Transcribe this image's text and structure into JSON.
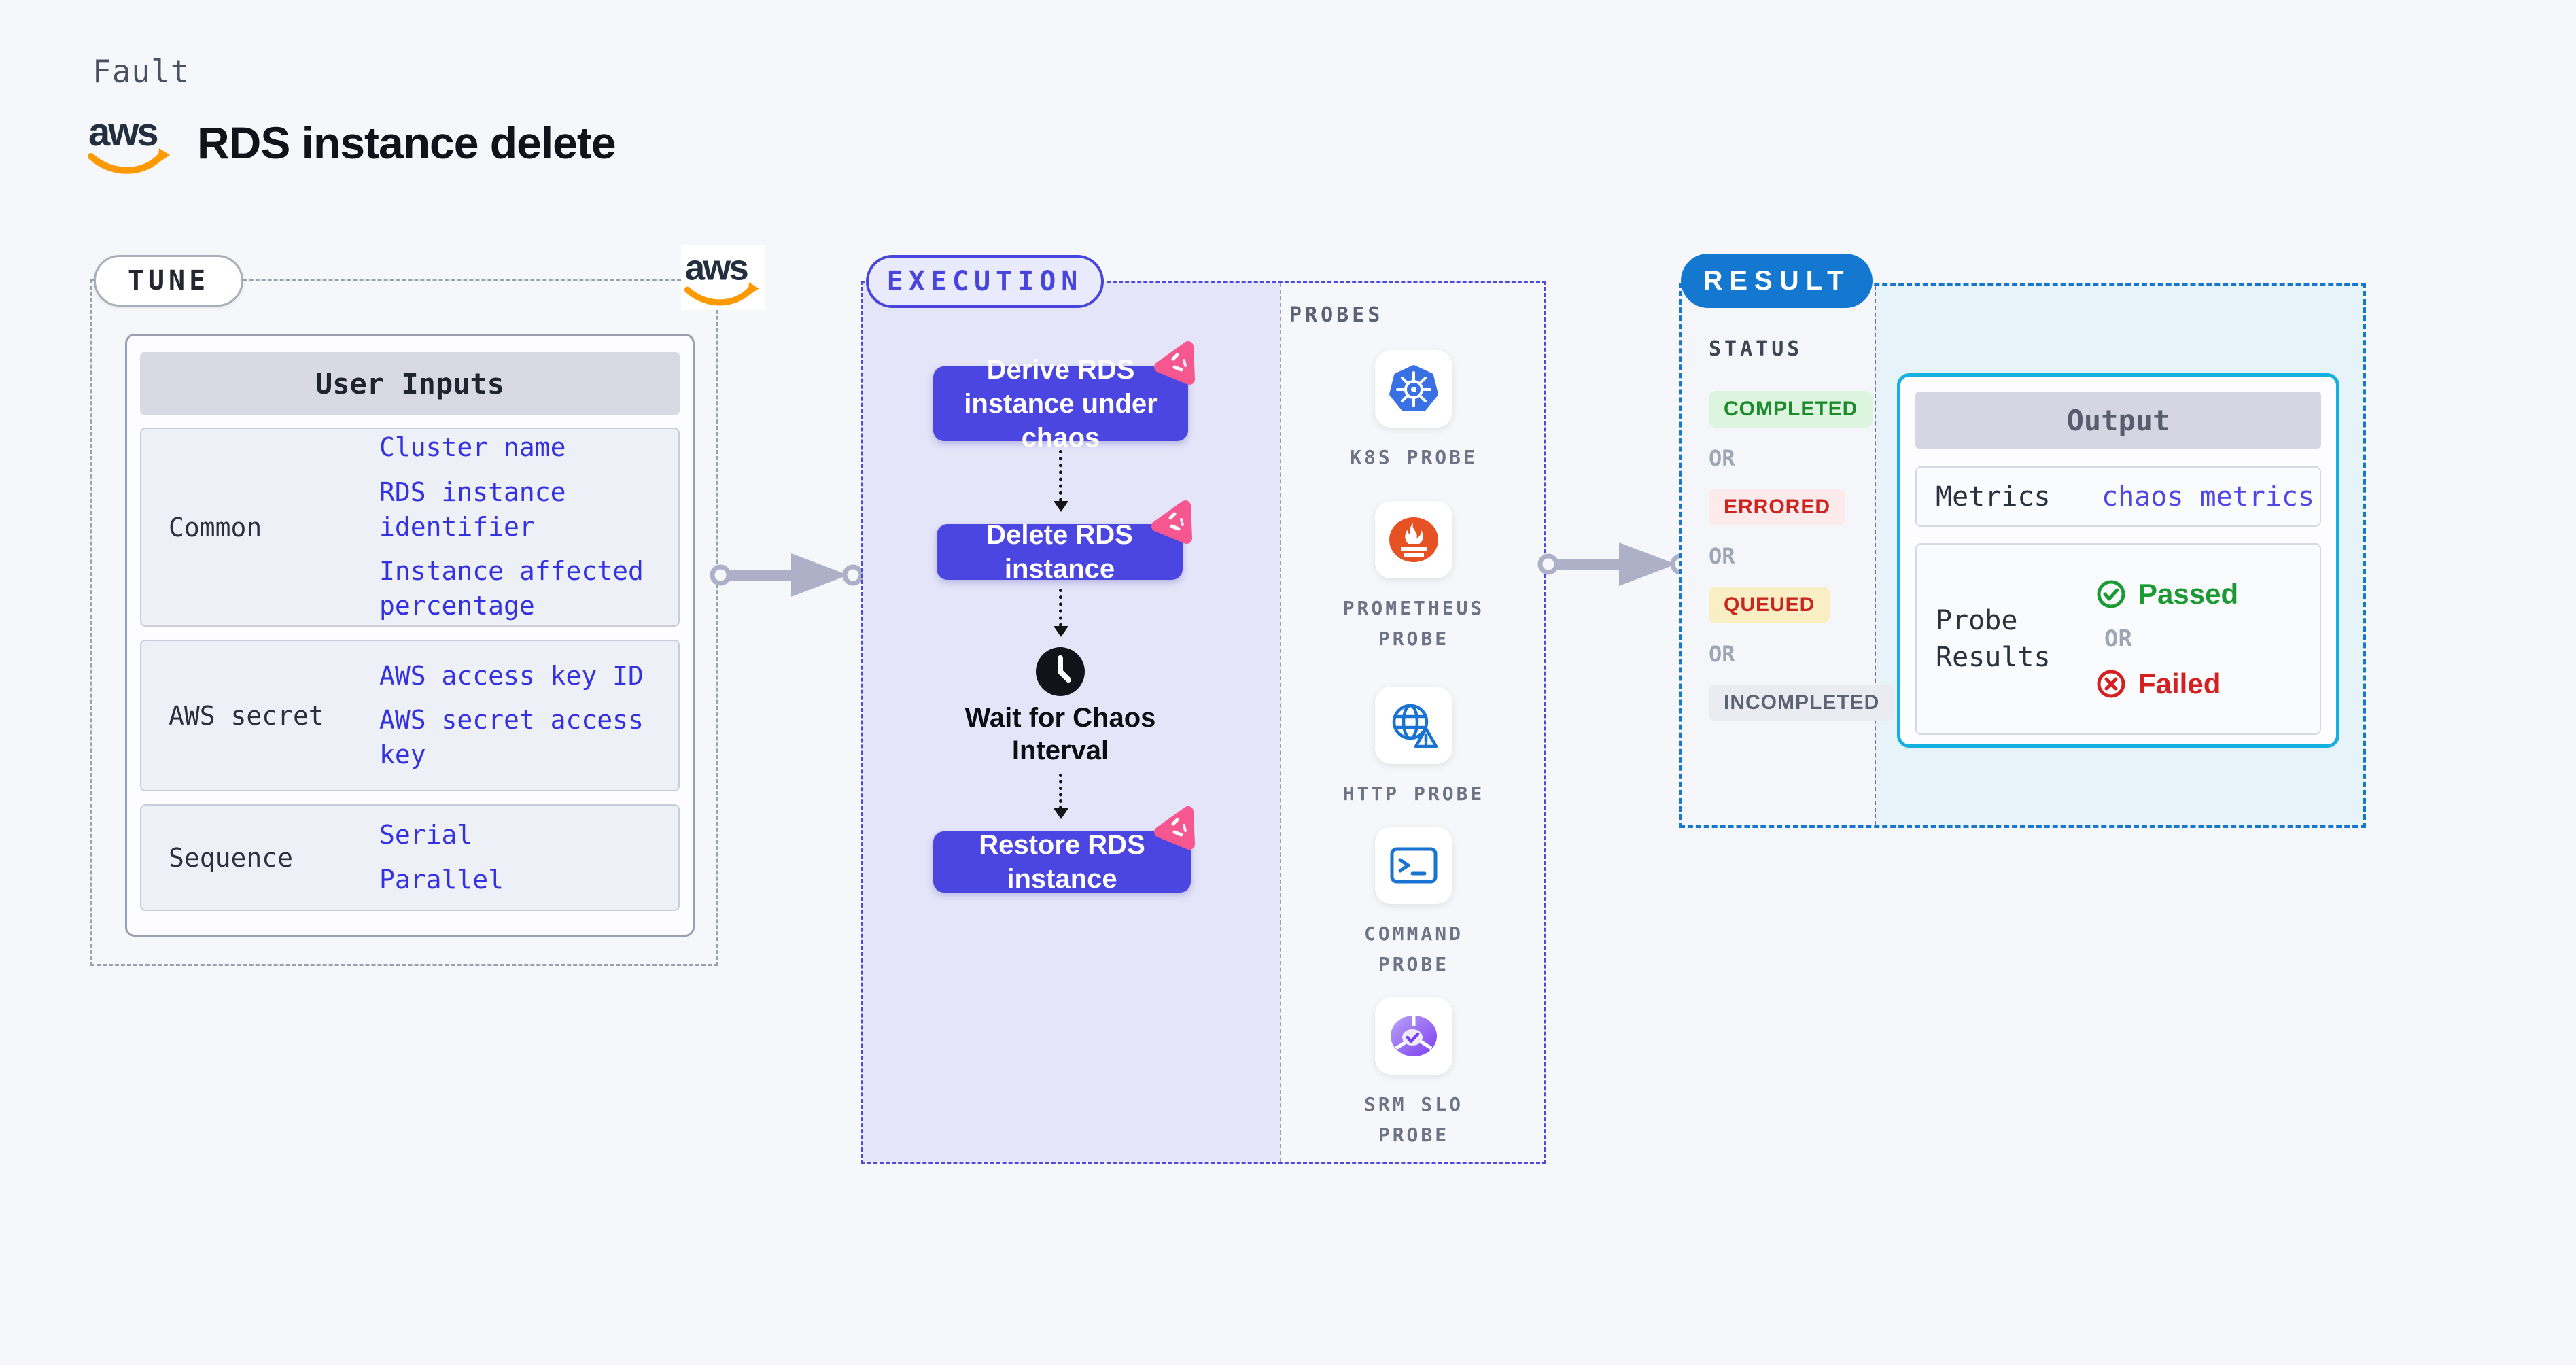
{
  "page": {
    "fault_label": "Fault",
    "title": "RDS instance delete"
  },
  "tune": {
    "badge": "TUNE",
    "table": {
      "header": "User Inputs",
      "rows": [
        {
          "label": "Common",
          "values": [
            "Cluster name",
            "RDS instance identifier",
            "Instance affected percentage"
          ]
        },
        {
          "label": "AWS secret",
          "values": [
            "AWS access key ID",
            "AWS secret access key"
          ]
        },
        {
          "label": "Sequence",
          "values": [
            "Serial",
            "Parallel"
          ]
        }
      ]
    }
  },
  "execution": {
    "badge": "EXECUTION",
    "steps": [
      {
        "label": "Derive RDS instance under chaos"
      },
      {
        "label": "Delete RDS instance"
      },
      {
        "label": "Restore RDS instance"
      }
    ],
    "wait_label": "Wait for Chaos Interval"
  },
  "probes": {
    "header": "PROBES",
    "items": [
      {
        "label": "K8S PROBE",
        "icon": "kubernetes-icon"
      },
      {
        "label": "PROMETHEUS PROBE",
        "icon": "prometheus-icon"
      },
      {
        "label": "HTTP PROBE",
        "icon": "http-globe-warning-icon"
      },
      {
        "label": "COMMAND PROBE",
        "icon": "terminal-icon"
      },
      {
        "label": "SRM SLO PROBE",
        "icon": "srm-slo-icon"
      }
    ]
  },
  "result": {
    "badge": "RESULT",
    "status": {
      "header": "STATUS",
      "or_label": "OR",
      "badges": [
        {
          "label": "COMPLETED",
          "fg": "#1b8b2c",
          "bg": "#ddf5de"
        },
        {
          "label": "ERRORED",
          "fg": "#cd2420",
          "bg": "#fdeaea"
        },
        {
          "label": "QUEUED",
          "fg": "#c8281e",
          "bg": "#faeec5"
        },
        {
          "label": "INCOMPLETED",
          "fg": "#5d6375",
          "bg": "#ebecf2"
        }
      ]
    },
    "output": {
      "header": "Output",
      "metrics_label": "Metrics",
      "metrics_link": "chaos metrics",
      "probe_results_label": "Probe Results",
      "passed_label": "Passed",
      "or_label": "OR",
      "failed_label": "Failed"
    }
  },
  "icons": {
    "brand": "aws-logo",
    "step_corner": "chaos-litmus-badge-icon",
    "wait": "clock-icon",
    "passed": "circle-check-icon",
    "failed": "circle-x-icon"
  },
  "colors": {
    "page_bg": "#f6f7fa",
    "execution_accent": "#4b45e1",
    "execution_panel": "#e4e5f9",
    "result_accent": "#1478d1",
    "output_border": "#14b0e0",
    "input_value_blue": "#3431e0",
    "link_blue": "#4f46e5",
    "passed_green": "#1b9a33",
    "failed_red": "#d42020",
    "chaos_pink": "#f6578f",
    "aws_orange": "#ff9900",
    "connector_gray": "#aeb0c8"
  }
}
